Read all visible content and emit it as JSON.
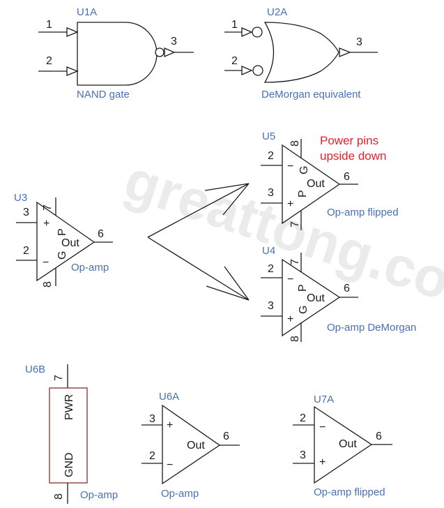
{
  "watermark": "greattong.com",
  "u1a": {
    "ref": "U1A",
    "pin_in1": "1",
    "pin_in2": "2",
    "pin_out": "3",
    "caption": "NAND gate"
  },
  "u2a": {
    "ref": "U2A",
    "pin_in1": "1",
    "pin_in2": "2",
    "pin_out": "3",
    "caption": "DeMorgan equivalent"
  },
  "u3": {
    "ref": "U3",
    "pin_top": "7",
    "pin_bot": "8",
    "pin_plus": "3",
    "pin_minus": "2",
    "pin_out": "6",
    "sym_plus": "+",
    "sym_minus": "−",
    "p": "P",
    "g": "G",
    "out": "Out",
    "caption": "Op-amp"
  },
  "u5": {
    "ref": "U5",
    "pin_top": "8",
    "pin_bot": "7",
    "pin_minus": "2",
    "pin_plus": "3",
    "pin_out": "6",
    "sym_plus": "+",
    "sym_minus": "−",
    "p": "P",
    "g": "G",
    "out": "Out",
    "caption": "Op-amp flipped",
    "note_line1": "Power pins",
    "note_line2": "upside down"
  },
  "u4": {
    "ref": "U4",
    "pin_top": "7",
    "pin_bot": "8",
    "pin_minus": "2",
    "pin_plus": "3",
    "pin_out": "6",
    "sym_plus": "+",
    "sym_minus": "−",
    "p": "P",
    "g": "G",
    "out": "Out",
    "caption": "Op-amp DeMorgan"
  },
  "u6b": {
    "ref": "U6B",
    "pin_top": "7",
    "pin_bot": "8",
    "pwr": "PWR",
    "gnd": "GND",
    "caption": "Op-amp"
  },
  "u6a": {
    "ref": "U6A",
    "pin_plus": "3",
    "pin_minus": "2",
    "pin_out": "6",
    "sym_plus": "+",
    "sym_minus": "−",
    "out": "Out",
    "caption": "Op-amp"
  },
  "u7a": {
    "ref": "U7A",
    "pin_minus": "2",
    "pin_plus": "3",
    "pin_out": "6",
    "sym_plus": "+",
    "sym_minus": "−",
    "out": "Out",
    "caption": "Op-amp flipped"
  }
}
